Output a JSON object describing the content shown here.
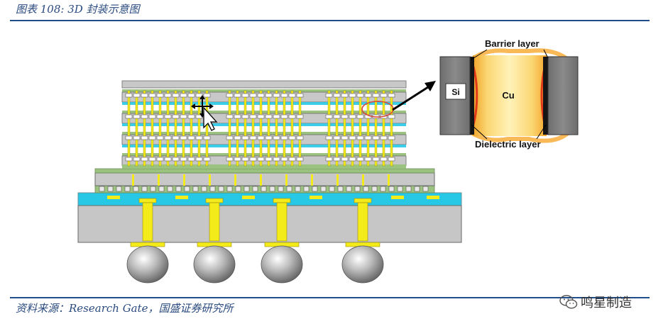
{
  "figure": {
    "title": "图表 108:  3D 封装示意图"
  },
  "source": {
    "text": "资料来源：Research Gate，国盛证券研究所"
  },
  "watermark": {
    "text": "鸣星制造",
    "icon": "wechat-icon"
  },
  "inset": {
    "barrier_label": "Barrier layer",
    "dielectric_label": "Dielectric layer",
    "si_label": "Si",
    "cu_label": "Cu"
  },
  "colors": {
    "accent_blue": "#1f4e8c",
    "die_gray": "#c8c8c8",
    "cyan_layer": "#27c8e6",
    "green_layer": "#9bc27f",
    "via_yellow": "#f4ec1a",
    "cu_orange": "#f5b83a"
  }
}
